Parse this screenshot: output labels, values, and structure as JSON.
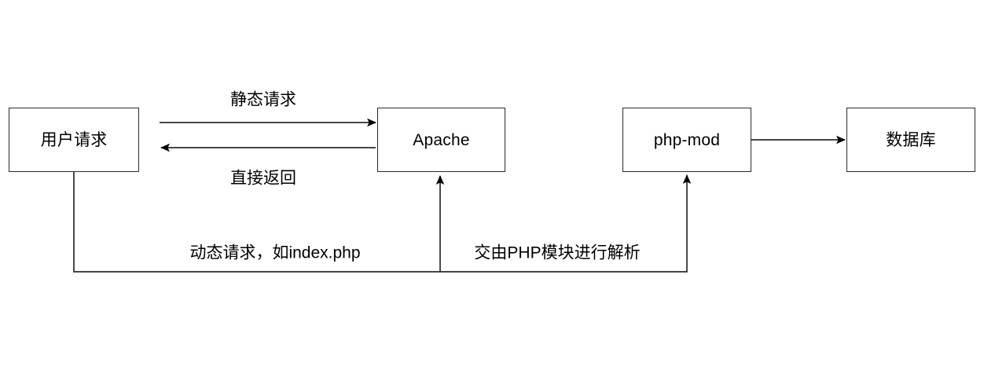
{
  "diagram": {
    "title": "Apache PHP request flow",
    "background_color": "#ffffff",
    "line_color": "#2b2b2b",
    "text_color": "#000000",
    "nodes": [
      {
        "id": "user",
        "label": "用户请求"
      },
      {
        "id": "apache",
        "label": "Apache"
      },
      {
        "id": "phpmod",
        "label": "php-mod"
      },
      {
        "id": "database",
        "label": "数据库"
      }
    ],
    "edges": [
      {
        "id": "static",
        "label": "静态请求",
        "from": "user",
        "to": "apache"
      },
      {
        "id": "direct",
        "label": "直接返回",
        "from": "apache",
        "to": "user"
      },
      {
        "id": "dynamic",
        "label": "动态请求，如index.php",
        "from": "user",
        "to": "apache"
      },
      {
        "id": "handoff",
        "label": "交由PHP模块进行解析",
        "from": "apache",
        "to": "phpmod"
      },
      {
        "id": "query",
        "label": "",
        "from": "phpmod",
        "to": "database"
      }
    ]
  }
}
